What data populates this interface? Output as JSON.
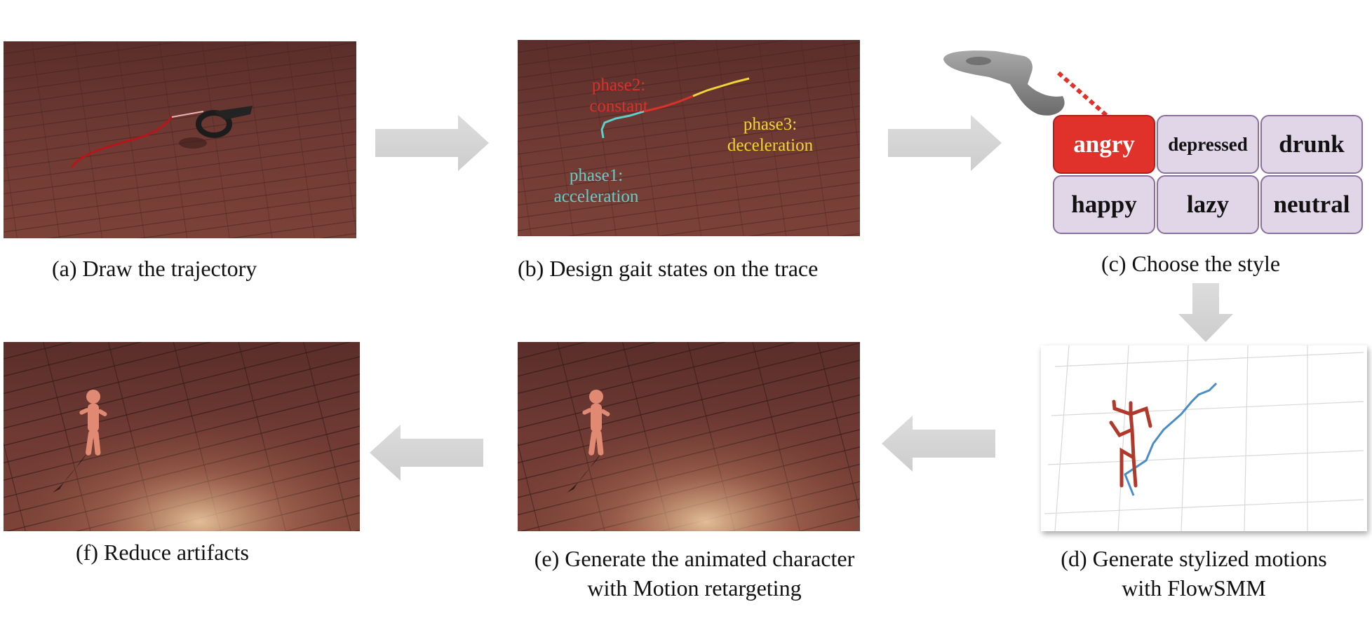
{
  "captions": {
    "a": "(a)  Draw the trajectory",
    "b": "(b)  Design gait states on the trace",
    "c": "(c)  Choose the style",
    "d_line1": "(d)  Generate stylized motions",
    "d_line2": "with FlowSMM",
    "e_line1": "(e)  Generate the animated character",
    "e_line2": "with Motion retargeting",
    "f": "(f)  Reduce artifacts"
  },
  "phases": {
    "phase1_a": "phase1:",
    "phase1_b": "acceleration",
    "phase2_a": "phase2:",
    "phase2_b": "constant",
    "phase3_a": "phase3:",
    "phase3_b": "deceleration"
  },
  "styles": [
    "angry",
    "depressed",
    "drunk",
    "happy",
    "lazy",
    "neutral"
  ],
  "selected_style": "angry",
  "colors": {
    "phase1": "#5fd0c8",
    "phase2": "#d8322b",
    "phase3": "#f3d33a",
    "selected": "#e0312a",
    "cell": "#e1d6e8",
    "cell_border": "#8a6f9f",
    "arrow": "#d6d6d6",
    "floor": "#6e3a34",
    "trajectory": "#4a8cc4",
    "skeleton": "#b0392b"
  },
  "icons": [
    "vr-controller-icon",
    "arrow-right-icon",
    "arrow-down-icon",
    "arrow-left-icon"
  ]
}
